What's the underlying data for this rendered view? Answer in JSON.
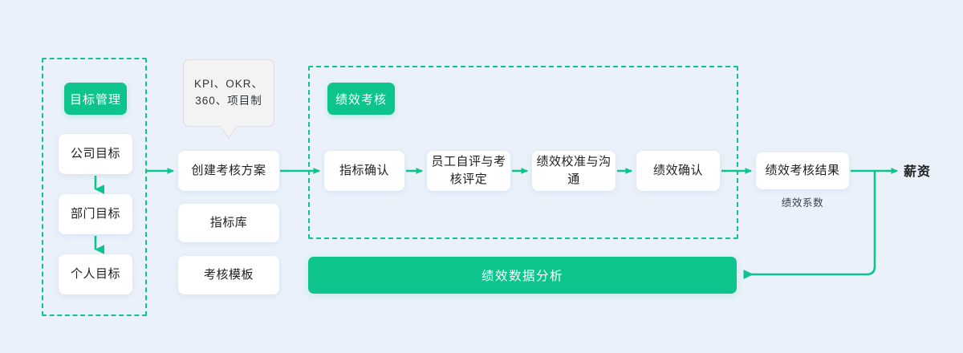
{
  "theme": {
    "background": "#eaf1fb",
    "accent_green": "#0ec48d",
    "card_background": "#ffffff",
    "tooltip_background": "#f2f3f2",
    "text_primary": "#1f1f1f"
  },
  "groups": [
    {
      "id": "goal-management",
      "title": "目标管理"
    },
    {
      "id": "performance-appraisal",
      "title": "绩效考核"
    }
  ],
  "goal_column": {
    "items": [
      {
        "id": "company-goal",
        "label": "公司目标"
      },
      {
        "id": "department-goal",
        "label": "部门目标"
      },
      {
        "id": "personal-goal",
        "label": "个人目标"
      }
    ]
  },
  "plan_column": {
    "tooltip": "KPI、OKR、360、项目制",
    "items": [
      {
        "id": "create-plan",
        "label": "创建考核方案"
      },
      {
        "id": "indicator-library",
        "label": "指标库"
      },
      {
        "id": "eval-template",
        "label": "考核模板"
      }
    ]
  },
  "performance_flow": {
    "steps": [
      {
        "id": "confirm-index",
        "label": "指标确认"
      },
      {
        "id": "self-evaluation",
        "label": "员工自评与考核评定"
      },
      {
        "id": "calibration",
        "label": "绩效校准与沟通"
      },
      {
        "id": "performance-confirm",
        "label": "绩效确认"
      }
    ]
  },
  "result": {
    "label": "绩效考核结果",
    "caption": "绩效系数"
  },
  "salary": {
    "label": "薪资"
  },
  "analysis_bar": {
    "label": "绩效数据分析"
  }
}
